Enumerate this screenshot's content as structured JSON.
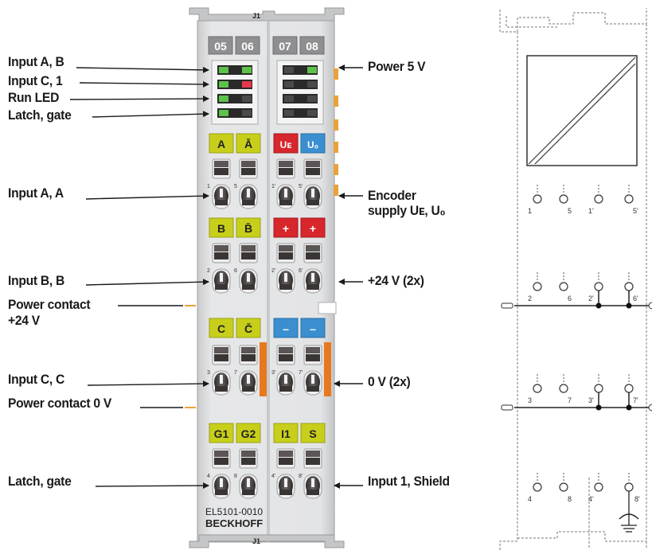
{
  "labels_left": {
    "input_ab": "Input A, B",
    "input_c1": "Input C, 1",
    "run_led": "Run LED",
    "latch_gate_led": "Latch, gate",
    "input_a": "Input A, A",
    "input_b": "Input B, B",
    "power_contact_24_line1": "Power contact",
    "power_contact_24_line2": "+24 V",
    "input_c": "Input C, C",
    "power_contact_0": "Power contact 0 V",
    "latch_gate": "Latch, gate"
  },
  "labels_right": {
    "power_5v": "Power 5 V",
    "encoder_line1": "Encoder",
    "encoder_line2": "supply Uᴇ, U₀",
    "plus24v": "+24 V (2x)",
    "zero_v": "0 V (2x)",
    "input1_shield": "Input 1, Shield"
  },
  "terminal": {
    "top_mark": "J1",
    "bottom_mark": "J1",
    "led_numbers": [
      "05",
      "06",
      "07",
      "08"
    ],
    "row_a": [
      "A",
      "Ā",
      "Uᴇ",
      "U₀"
    ],
    "row_b": [
      "B",
      "B̄",
      "+",
      "+"
    ],
    "row_c": [
      "C",
      "C̄",
      "–",
      "–"
    ],
    "row_g": [
      "G1",
      "G2",
      "I1",
      "S"
    ],
    "model": "EL5101-0010",
    "brand": "BECKHOFF",
    "pin_numbers": {
      "row1": [
        "1",
        "5",
        "1'",
        "5'"
      ],
      "row2": [
        "2",
        "6",
        "2'",
        "6'"
      ],
      "row3": [
        "3",
        "7",
        "3'",
        "7'"
      ],
      "row4": [
        "4",
        "8",
        "4'",
        "8'"
      ]
    }
  },
  "schematic": {
    "pins_row1": [
      "1",
      "5",
      "1'",
      "5'"
    ],
    "pins_row2": [
      "2",
      "6",
      "2'",
      "6'"
    ],
    "pins_row3": [
      "3",
      "7",
      "3'",
      "7'"
    ],
    "pins_row4": [
      "4",
      "8",
      "4'",
      "8'"
    ]
  },
  "colors": {
    "yellow_green": "#c8cf1a",
    "red": "#d7262c",
    "blue": "#3b8fd0",
    "orange": "#e8781e",
    "housing": "#d9dadc",
    "led_green": "#5cc24a",
    "led_red": "#e5384a"
  }
}
